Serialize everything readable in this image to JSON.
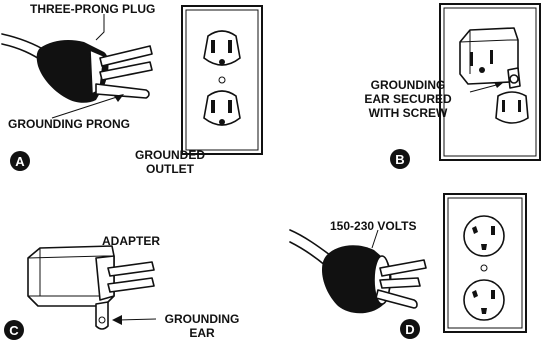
{
  "panels": {
    "a": {
      "badge": "A",
      "plug_label": "THREE-PRONG PLUG",
      "prong_label": "GROUNDING PRONG",
      "outlet_label_line1": "GROUNDED",
      "outlet_label_line2": "OUTLET"
    },
    "b": {
      "badge": "B",
      "ear_label_line1": "GROUNDING",
      "ear_label_line2": "EAR SECURED",
      "ear_label_line3": "WITH SCREW"
    },
    "c": {
      "badge": "C",
      "adapter_label": "ADAPTER",
      "ear_label_line1": "GROUNDING",
      "ear_label_line2": "EAR"
    },
    "d": {
      "badge": "D",
      "voltage_label": "150-230 VOLTS"
    }
  }
}
